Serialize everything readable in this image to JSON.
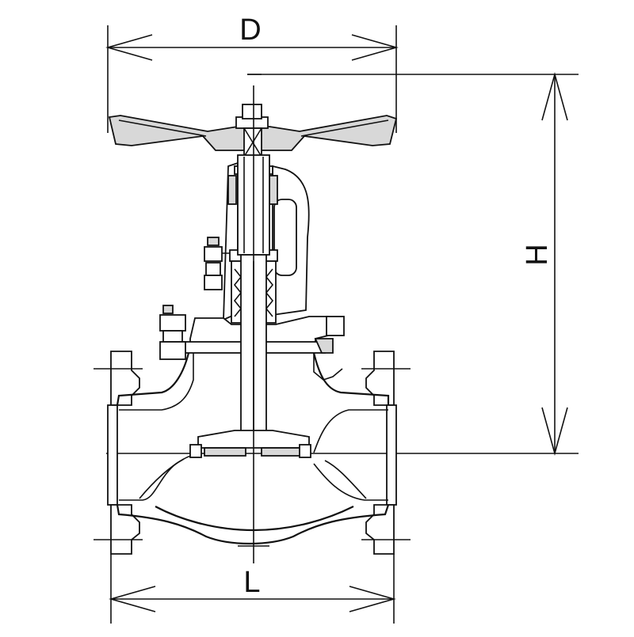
{
  "diagram": {
    "subject": "globe valve",
    "dimensions": [
      {
        "id": "D",
        "label": "D"
      },
      {
        "id": "H",
        "label": "H"
      },
      {
        "id": "L",
        "label": "L"
      }
    ],
    "line_color": "#111111",
    "background": "#ffffff"
  }
}
